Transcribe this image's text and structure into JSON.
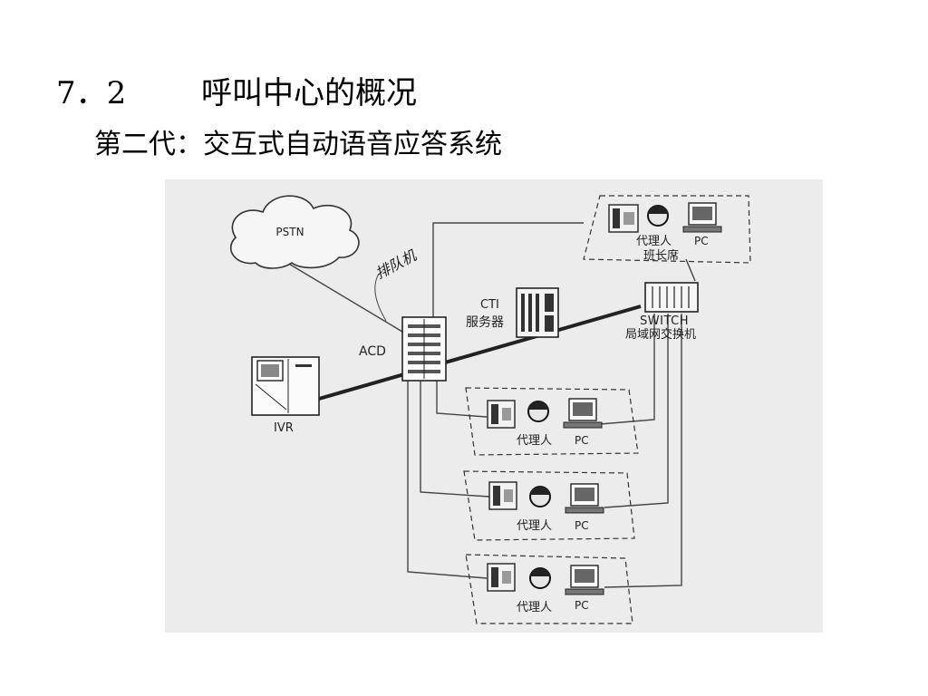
{
  "slide": {
    "title_number": "7．2",
    "title_text": "呼叫中心的概况",
    "subtitle": "第二代：交互式自动语音应答系统"
  },
  "diagram": {
    "cloud_label": "PSTN",
    "acd_label": "ACD",
    "acd_handwritten_note": "排队机",
    "ivr_label": "IVR",
    "cti_label_line1": "CTI",
    "cti_label_line2": "服务器",
    "switch_label_line1": "SWITCH",
    "switch_label_line2": "局域网交换机",
    "supervisor_station": {
      "agent_label_line1": "代理人",
      "agent_label_line2": "班长席",
      "pc_label": "PC"
    },
    "agent_stations": [
      {
        "agent_label": "代理人",
        "pc_label": "PC"
      },
      {
        "agent_label": "代理人",
        "pc_label": "PC"
      },
      {
        "agent_label": "代理人",
        "pc_label": "PC"
      }
    ]
  }
}
